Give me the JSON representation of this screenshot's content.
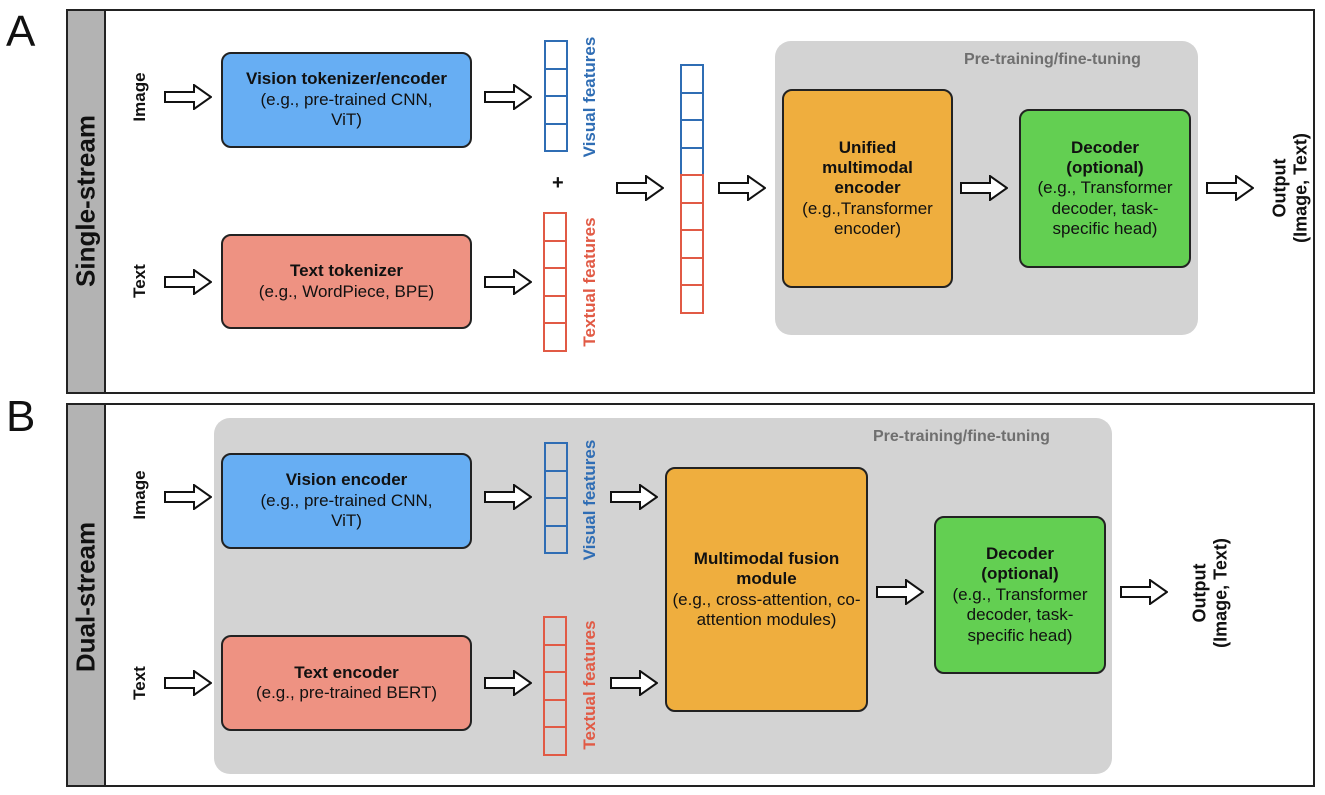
{
  "panel_a": {
    "letter": "A",
    "stream_label": "Single-stream",
    "region_label": "Pre-training/fine-tuning",
    "image_label": "Image",
    "text_label": "Text",
    "vision_box": {
      "title": "Vision tokenizer/encoder",
      "desc": "(e.g., pre-trained CNN, ViT)"
    },
    "text_box": {
      "title": "Text tokenizer",
      "desc": "(e.g., WordPiece, BPE)"
    },
    "visual_features": "Visual features",
    "textual_features": "Textual features",
    "plus": "+",
    "encoder_box": {
      "title": "Unified multimodal encoder",
      "desc": "(e.g.,Transformer encoder)"
    },
    "decoder_box": {
      "title": "Decoder (optional)",
      "desc": "(e.g., Transformer decoder, task-specific head)"
    },
    "output_label_1": "Output",
    "output_label_2": "(Image, Text)"
  },
  "panel_b": {
    "letter": "B",
    "stream_label": "Dual-stream",
    "region_label": "Pre-training/fine-tuning",
    "image_label": "Image",
    "text_label": "Text",
    "vision_box": {
      "title": "Vision encoder",
      "desc": "(e.g., pre-trained CNN, ViT)"
    },
    "text_box": {
      "title": "Text encoder",
      "desc": "(e.g., pre-trained BERT)"
    },
    "visual_features": "Visual features",
    "textual_features": "Textual features",
    "fusion_box": {
      "title": "Multimodal fusion module",
      "desc": "(e.g., cross-attention, co-attention modules)"
    },
    "decoder_box": {
      "title": "Decoder (optional)",
      "desc": "(e.g., Transformer decoder, task-specific head)"
    },
    "output_label_1": "Output",
    "output_label_2": "(Image, Text)"
  },
  "colors": {
    "vision": "#67aef3",
    "text": "#ee9282",
    "encoder": "#efae3e",
    "decoder": "#63cf52",
    "region": "#d3d3d3",
    "visual_feature_border": "#2f6db4",
    "textual_feature_border": "#e15a45"
  },
  "icons": [
    "hollow-arrow-right"
  ]
}
